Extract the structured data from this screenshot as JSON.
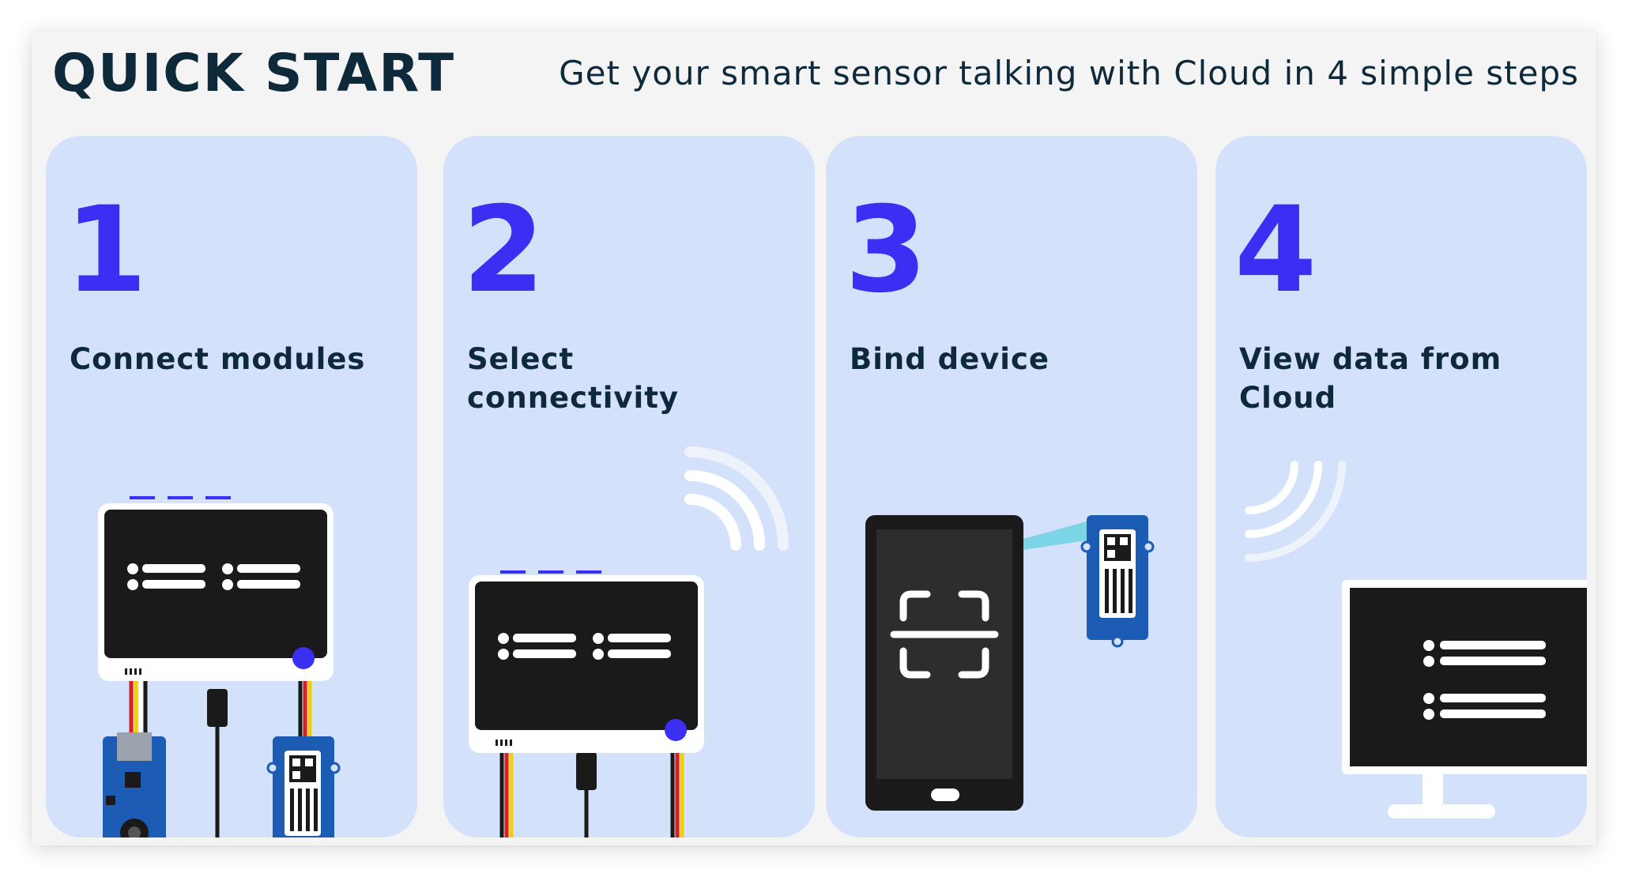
{
  "header": {
    "title": "QUICK START",
    "subtitle": "Get your smart sensor talking with Cloud in 4 simple steps"
  },
  "steps": [
    {
      "number": "1",
      "label": "Connect modules",
      "illustration": "gateway-with-modules-illustration"
    },
    {
      "number": "2",
      "label": "Select connectivity",
      "illustration": "gateway-wireless-illustration"
    },
    {
      "number": "3",
      "label": "Bind device",
      "illustration": "phone-scan-illustration"
    },
    {
      "number": "4",
      "label": "View data from Cloud",
      "illustration": "monitor-data-illustration"
    }
  ],
  "colors": {
    "accent": "#3a2ff2",
    "card_background": "#d3e1fa",
    "page_background": "#f4f4f4",
    "text": "#0e2a3a",
    "device_screen": "#1a1a1a",
    "module_blue": "#1d5cb5"
  }
}
